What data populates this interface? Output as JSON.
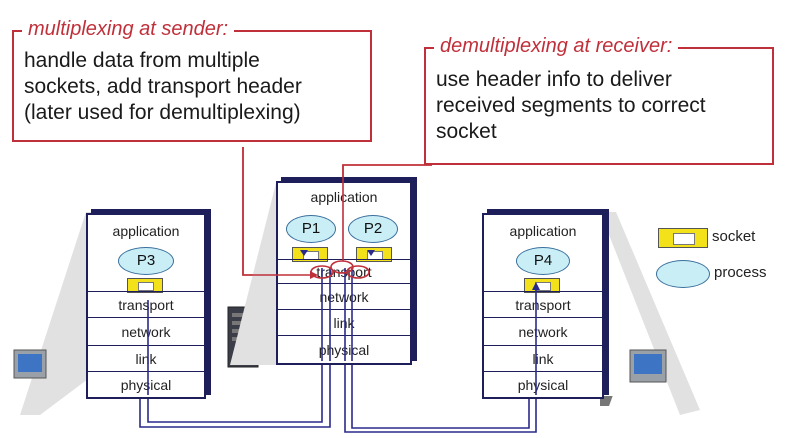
{
  "callouts": {
    "sender": {
      "title": "multiplexing at sender:",
      "lines": [
        "handle data from multiple",
        "sockets, add transport header",
        "(later used for demultiplexing)"
      ]
    },
    "receiver": {
      "title": "demultiplexing at receiver:",
      "lines": [
        "use header info to deliver",
        "received segments to correct",
        "socket"
      ]
    }
  },
  "hosts": {
    "left": {
      "application": "application",
      "process": "P3",
      "layers": [
        "transport",
        "network",
        "link",
        "physical"
      ]
    },
    "middle": {
      "application": "application",
      "processes": [
        "P1",
        "P2"
      ],
      "layers": [
        "transport",
        "network",
        "link",
        "physical"
      ]
    },
    "right": {
      "application": "application",
      "process": "P4",
      "layers": [
        "transport",
        "network",
        "link",
        "physical"
      ]
    }
  },
  "legend": {
    "socket": "socket",
    "process": "process"
  },
  "colors": {
    "callout_border": "#c0303a",
    "stack_border": "#1e1e5a",
    "process_fill": "#c9eef6",
    "socket_fill": "#f3e21a",
    "wire": "#2a2a8a"
  }
}
